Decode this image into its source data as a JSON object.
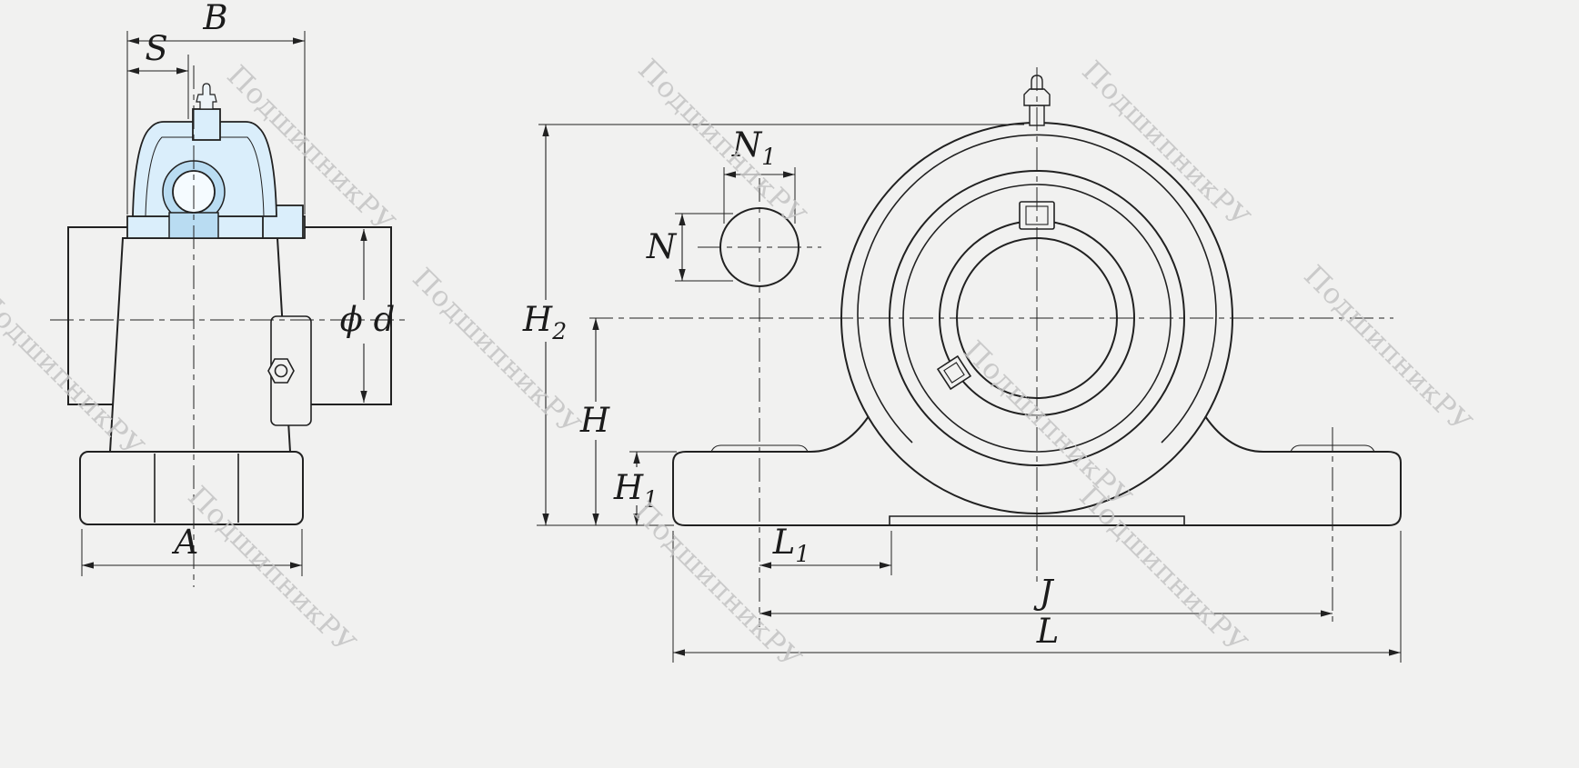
{
  "page": {
    "background": "#f1f1f0",
    "line_color": "#212121",
    "fill_blue_light": "#daeefb",
    "fill_blue_mid": "#b9dcf2",
    "watermark_color": "#c4c4c4"
  },
  "watermark": {
    "text": "ПодшипникРУ"
  },
  "side_view": {
    "dims": {
      "B": {
        "label": "B",
        "sub": ""
      },
      "S": {
        "label": "S",
        "sub": ""
      },
      "A": {
        "label": "A",
        "sub": ""
      },
      "d": {
        "label": "ϕ d",
        "sub": ""
      }
    }
  },
  "front_view": {
    "dims": {
      "H2": {
        "label": "H",
        "sub": "2"
      },
      "H": {
        "label": "H",
        "sub": ""
      },
      "H1": {
        "label": "H",
        "sub": "1"
      },
      "N": {
        "label": "N",
        "sub": ""
      },
      "N1": {
        "label": "N",
        "sub": "1"
      },
      "L1": {
        "label": "L",
        "sub": "1"
      },
      "J": {
        "label": "J",
        "sub": ""
      },
      "L": {
        "label": "L",
        "sub": ""
      }
    }
  }
}
